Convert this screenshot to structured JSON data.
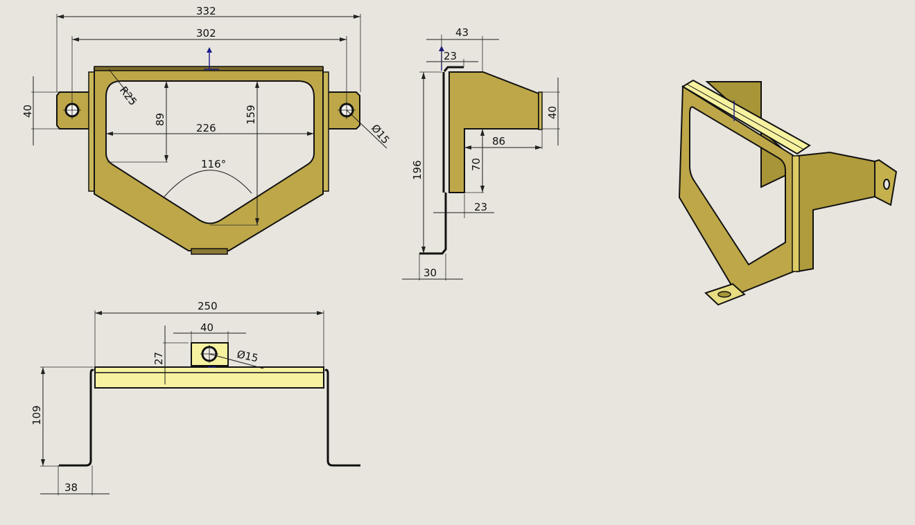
{
  "drawing": {
    "background": "#e8e5de",
    "part_color": "#bda748",
    "part_color_light": "#f7f2a0",
    "edge_color": "#111111",
    "axis_color": "#1b1b8a"
  },
  "front_view": {
    "dims": {
      "overall_width": "332",
      "hole_spacing": "302",
      "tab_height": "40",
      "corner_radius": "R25",
      "inner_height": "89",
      "inner_width": "226",
      "total_depth": "159",
      "angle": "116°",
      "hole_diameter": "Ø15"
    }
  },
  "side_view": {
    "dims": {
      "top_width": "43",
      "flange": "23",
      "tab_height": "40",
      "arm_length": "86",
      "arm_height": "70",
      "leg_offset": "23",
      "height": "196",
      "foot": "30"
    }
  },
  "top_view": {
    "dims": {
      "width": "250",
      "tab_width": "40",
      "tab_offset": "27",
      "hole_diameter": "Ø15",
      "height": "109",
      "foot_length": "38"
    }
  },
  "iso_view": {
    "label": ""
  }
}
